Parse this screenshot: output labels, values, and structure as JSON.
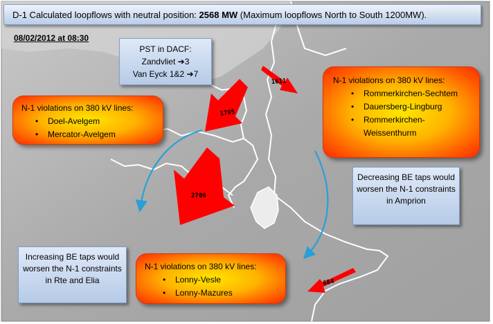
{
  "title": {
    "prefix": "D-1 Calculated loopflows with neutral position: ",
    "value": "2568 MW",
    "suffix": " (Maximum loopflows North to South 1200MW)."
  },
  "date_label": "08/02/2012  at 08:30",
  "pst_box": {
    "heading": "PST in DACF:",
    "zandvliet_label": "Zandvliet ",
    "zandvliet_value": "3",
    "vaneyck_label": "Van Eyck 1&2 ",
    "vaneyck_value": "7",
    "arrow_glyph": "➔"
  },
  "violations_left": {
    "heading": "N-1 violations on 380 kV lines:",
    "items": [
      "Doel-Avelgem",
      "Mercator-Avelgem"
    ]
  },
  "violations_right": {
    "heading": "N-1 violations on 380 kV lines:",
    "items": [
      "Rommerkirchen-Sechtem",
      "Dauersberg-Lingburg",
      "Rommerkirchen-Weissenthurm"
    ]
  },
  "violations_bottom": {
    "heading": "N-1 violations on 380 kV lines:",
    "items": [
      "Lonny-Vesle",
      "Lonny-Mazures"
    ]
  },
  "note_decreasing": "Decreasing BE taps would worsen the N-1 constraints in Amprion",
  "note_increasing": "Increasing BE taps would worsen the N-1 constraints in Rte and Elia",
  "flows": [
    {
      "label": "1611"
    },
    {
      "label": "1795"
    },
    {
      "label": "2706"
    },
    {
      "label": "684"
    }
  ],
  "colors": {
    "flow_arrow": "#ff0000",
    "loop_arrow": "#2a9fd6",
    "map_background": "#a6a6a6",
    "border_line": "#ffffff"
  }
}
